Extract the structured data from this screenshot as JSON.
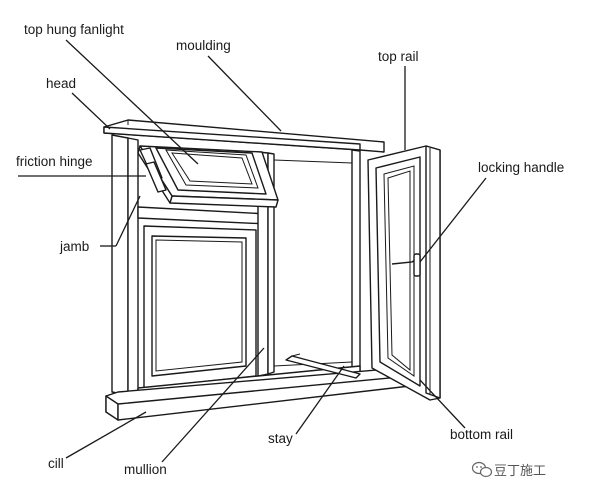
{
  "labels": {
    "top_hung_fanlight": "top hung fanlight",
    "moulding": "moulding",
    "top_rail": "top rail",
    "head": "head",
    "friction_hinge": "friction hinge",
    "locking_handle": "locking handle",
    "jamb": "jamb",
    "stay": "stay",
    "bottom_rail": "bottom rail",
    "mullion": "mullion",
    "cill": "cill"
  },
  "watermark": {
    "text": "豆丁施工",
    "icon": "wechat-icon"
  }
}
